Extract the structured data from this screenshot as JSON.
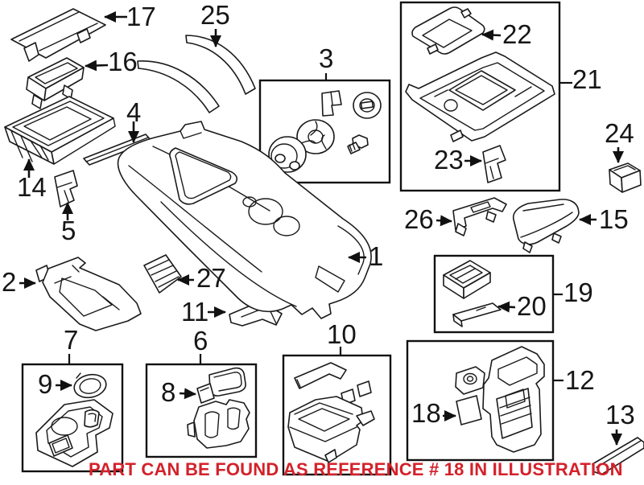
{
  "note": {
    "text": "PART CAN BE FOUND AS REFERENCE # 18 IN ILLUSTRATION"
  },
  "colors": {
    "line": "#1a1a1a",
    "box_border": "#111111",
    "note_red": "#d4212a",
    "background": "#ffffff"
  },
  "callouts": {
    "c1": "1",
    "c2": "2",
    "c3": "3",
    "c4": "4",
    "c5": "5",
    "c6": "6",
    "c7": "7",
    "c8": "8",
    "c9": "9",
    "c10": "10",
    "c11": "11",
    "c12": "12",
    "c13": "13",
    "c14": "14",
    "c15": "15",
    "c16": "16",
    "c17": "17",
    "c18": "18",
    "c19": "19",
    "c20": "20",
    "c21": "21",
    "c22": "22",
    "c23": "23",
    "c24": "24",
    "c25": "25",
    "c26": "26",
    "c27": "27"
  }
}
